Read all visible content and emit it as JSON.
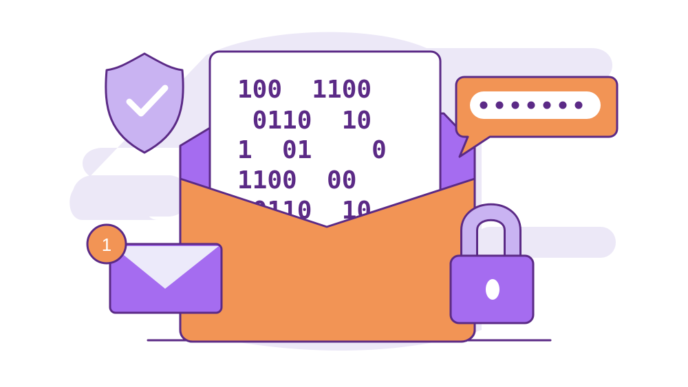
{
  "illustration": {
    "binary_lines": [
      "100  1100",
      " 0110  10",
      "1  01    0",
      "1100  00",
      " 0110  10"
    ],
    "notification_count": "1",
    "icons": [
      "shield-check-icon",
      "envelope-icon",
      "binary-document-icon",
      "password-bubble-icon",
      "padlock-icon",
      "notification-envelope-icon"
    ]
  },
  "colors": {
    "purple_dark": "#5b2a86",
    "purple_medium": "#a56cf0",
    "purple_light": "#c9b3f2",
    "lavender_bg": "#ece8f7",
    "orange": "#f29455",
    "white": "#ffffff"
  }
}
